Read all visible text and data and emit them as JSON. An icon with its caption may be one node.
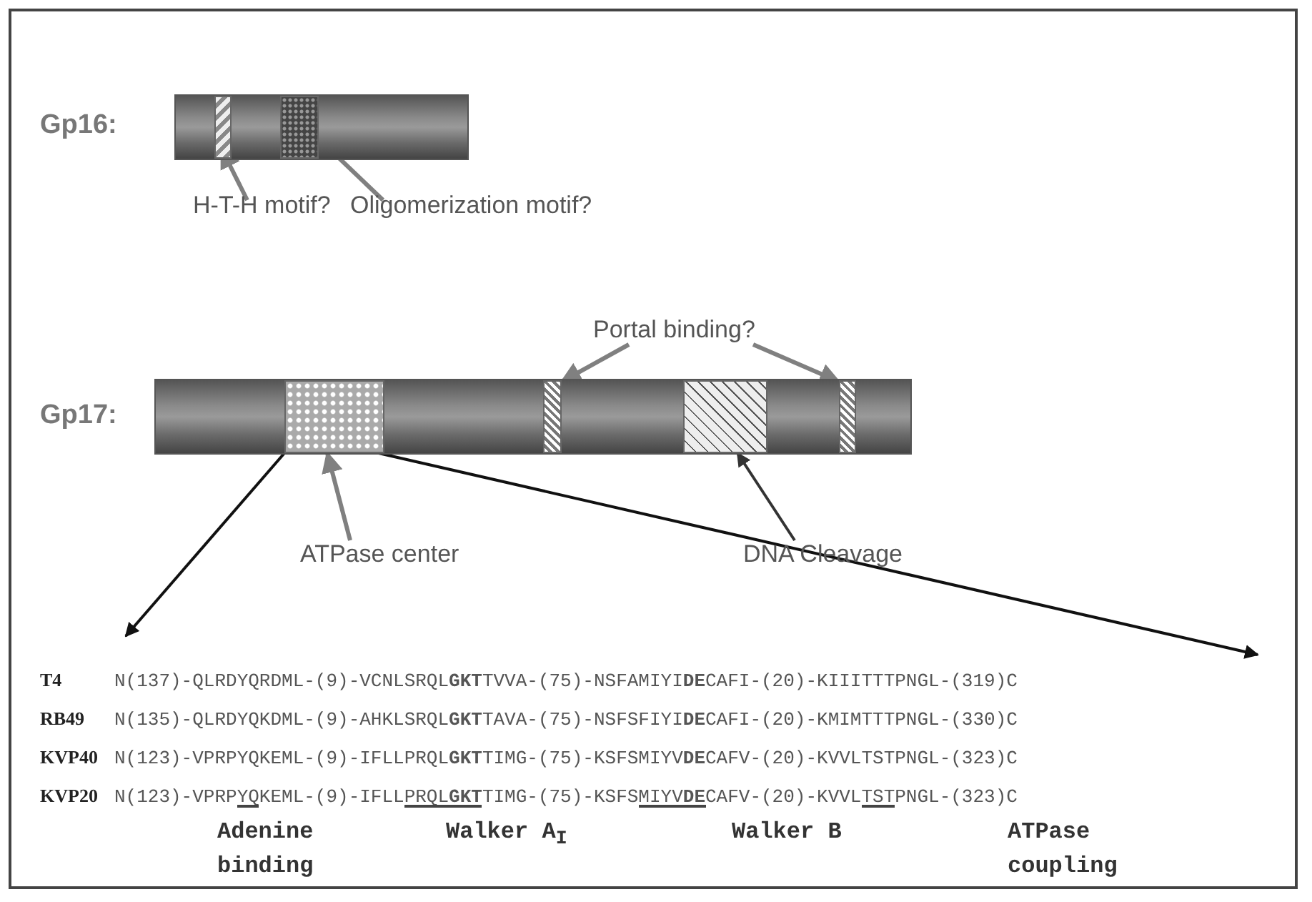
{
  "diagram": {
    "nodes": [
      {
        "text": [
          "Gp16:"
        ]
      },
      {
        "text": [],
        "shape": "box",
        "in": 0
      },
      {
        "text": [],
        "shape": "box",
        "in": 0
      },
      {
        "text": [
          "H-T-H motif?"
        ]
      },
      {
        "text": [
          "Oligomerization motif?"
        ]
      },
      {
        "text": [
          "Gp17:"
        ]
      },
      {
        "text": [],
        "shape": "box",
        "in": 5
      },
      {
        "text": [],
        "shape": "box",
        "in": 5
      },
      {
        "text": [],
        "shape": "box",
        "in": 5
      },
      {
        "text": [],
        "shape": "box",
        "in": 5
      },
      {
        "text": [
          "Portal binding?"
        ]
      },
      {
        "text": [
          "ATPase center"
        ]
      },
      {
        "text": [
          "DNA Cleavage"
        ]
      }
    ],
    "edges": [
      {
        "from": 3,
        "to": 1,
        "arrow": "to"
      },
      {
        "from": 4,
        "to": 2,
        "arrow": "to"
      },
      {
        "from": 10,
        "to": 7,
        "arrow": "to"
      },
      {
        "from": 10,
        "to": 9,
        "arrow": "to"
      },
      {
        "from": 11,
        "to": 6,
        "arrow": "to"
      },
      {
        "from": 12,
        "to": 8,
        "arrow": "to",
        "color": "#333333"
      },
      {
        "from": 6,
        "to": null,
        "arrow": "to",
        "color": "#111111"
      },
      {
        "from": 6,
        "to": null,
        "arrow": "to",
        "color": "#111111"
      }
    ],
    "labels": [
      "T4",
      "N(137)-QLRDYQRDML-(9)-VCNLSRQL**GKT**TVVA-(75)-NSFAMIYI**DE**CAFI-(20)-KIIITTTPNGL-(319)C",
      "RB49",
      "N(135)-QLRDYQKDML-(9)-AHKLSRQL**GKT**TAVA-(75)-NSFSFIYI**DE**CAFI-(20)-KMIMTTTPNGL-(330)C",
      "KVP40",
      "N(123)-VPRPYQKEML-(9)-IFLLPRQL**GKT**TIMG-(75)-KSFSMIYV**DE**CAFV-(20)-KVVLTSTPNGL-(323)C",
      "KVP20",
      "N(123)-VPRPYQKEML-(9)-IFLLPRQL**GKT**TIMG-(75)-KSFSMIYV**DE**CAFV-(20)-KVVLTSTPNGL-(323)C",
      "Adenine binding",
      "Walker A$_{I}$",
      "Walker B",
      "ATPase coupling"
    ]
  }
}
